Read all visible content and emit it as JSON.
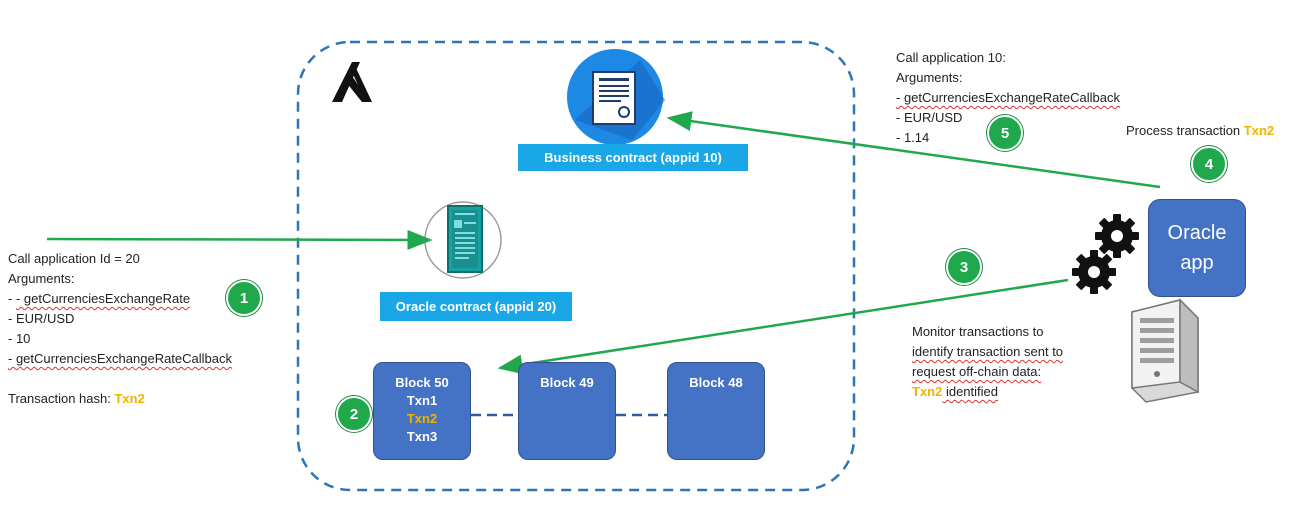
{
  "business_contract": {
    "label": "Business contract (appid 10)"
  },
  "oracle_contract": {
    "label": "Oracle contract (appid 20)"
  },
  "blocks": [
    {
      "title": "Block 50",
      "txns": [
        "Txn1",
        "Txn2",
        "Txn3"
      ],
      "highlight": "Txn2"
    },
    {
      "title": "Block 49"
    },
    {
      "title": "Block 48"
    }
  ],
  "oracle_app": {
    "line1": "Oracle",
    "line2": "app"
  },
  "left_call": {
    "line1": "Call application Id = 20",
    "line2": "Arguments:",
    "line3": "- getCurrenciesExchangeRate",
    "line4": "- EUR/USD",
    "line5": "- 10",
    "line6": "- getCurrenciesExchangeRateCallback",
    "hash_label": "Transaction hash: ",
    "hash_value": "Txn2"
  },
  "top_call": {
    "line1": "Call application 10:",
    "line2": "Arguments:",
    "line3": "- getCurrenciesExchangeRateCallback",
    "line4": "- EUR/USD",
    "line5": "- 1.14"
  },
  "process": {
    "label": "Process transaction ",
    "value": "Txn2"
  },
  "monitor": {
    "line1": "Monitor transactions to",
    "line2": "identify transaction sent to",
    "line3": "request off-chain data:",
    "value": "Txn2",
    "suffix": " identified"
  },
  "steps": [
    "1",
    "2",
    "3",
    "4",
    "5"
  ],
  "colors": {
    "arrow": "#1fa84c",
    "boundary": "#2e75b6",
    "block": "#4472c4",
    "label": "#1aa7e8",
    "highlight": "#f0b400"
  }
}
